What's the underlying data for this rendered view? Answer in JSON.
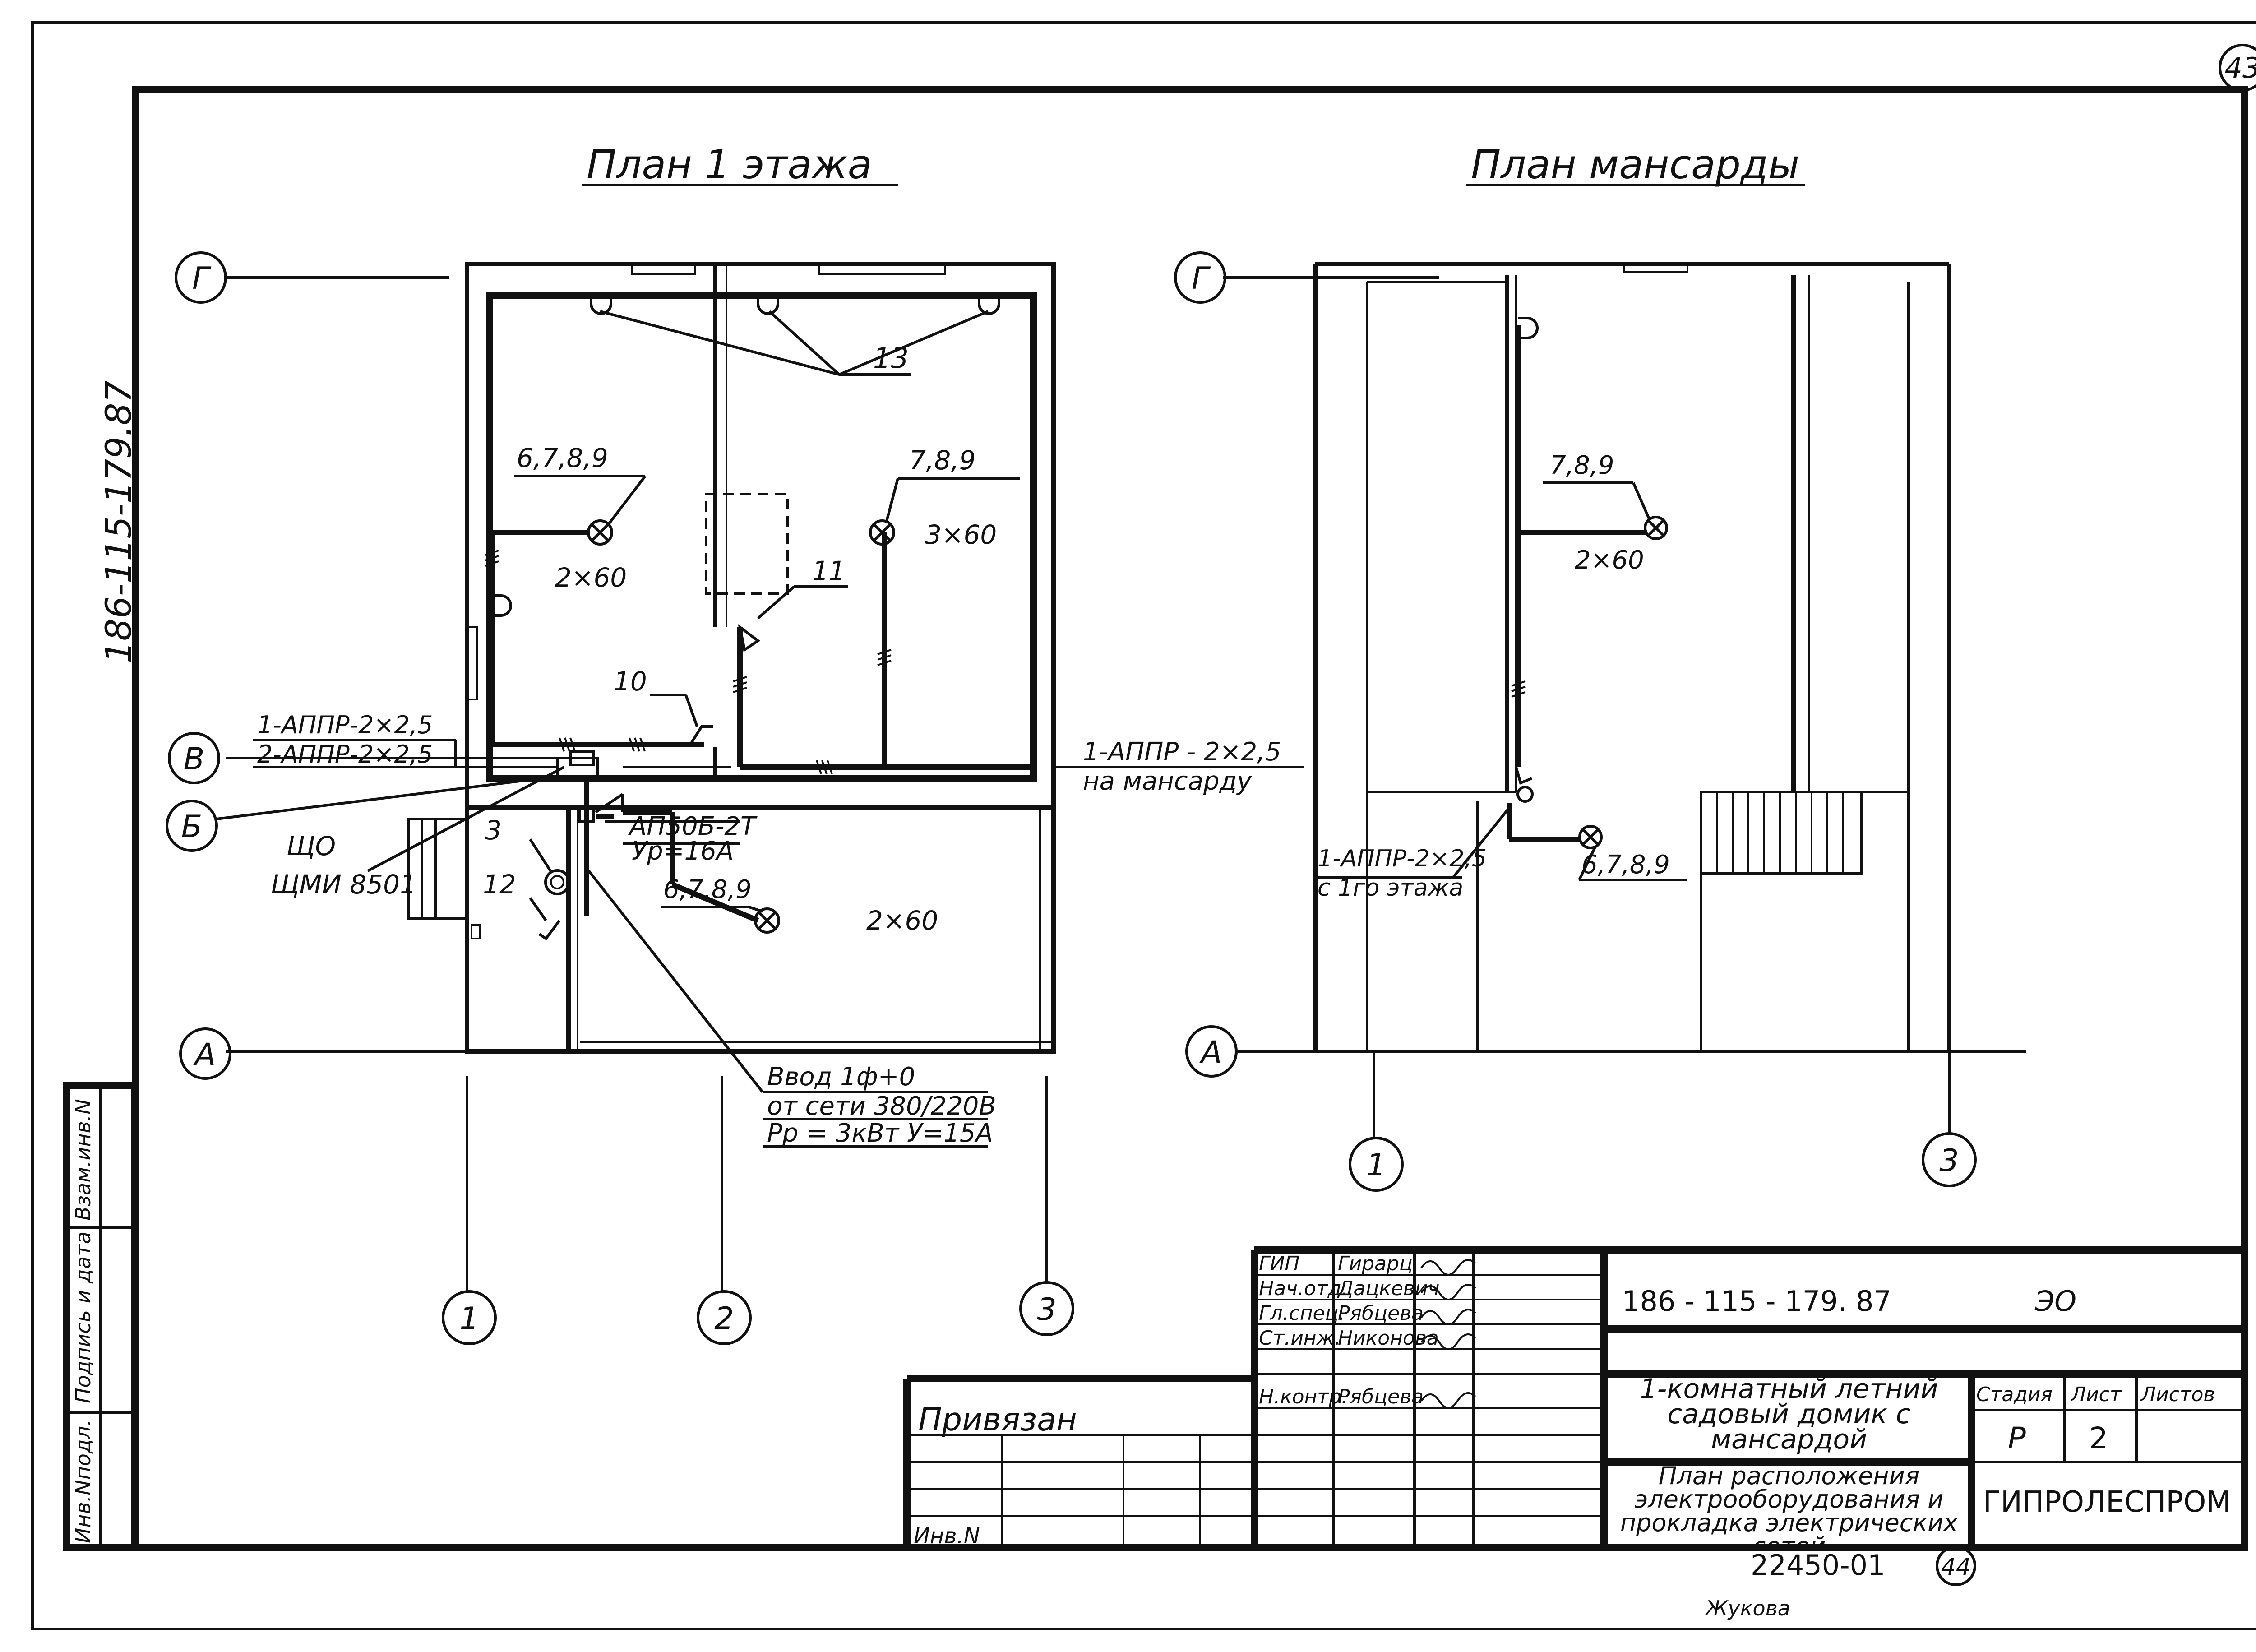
{
  "sheet_corner_number": "43",
  "side_code": "186-115-179.87",
  "plan_first_floor": {
    "title": "План  1 этажа",
    "axis_rows": [
      "Г",
      "В",
      "Б",
      "А"
    ],
    "axis_cols": [
      "1",
      "2",
      "3"
    ],
    "labels": {
      "lamps_top": "13",
      "room_left_ref": "6,7,8,9",
      "room_left_power": "2×60",
      "room_right_ref": "7,8,9",
      "room_right_power": "3×60",
      "item_11": "11",
      "item_10": "10",
      "cable_1": "1-АППР-2×2,5",
      "cable_2": "2-АППР-2×2,5",
      "riser_cable": "1-АППР - 2×2,5",
      "riser_note": "на мансарду",
      "panel_label": "ЩО",
      "panel_type": "ЩМИ 8501",
      "breaker_type": "АП50Б-2Т",
      "breaker_current": "Ур=16А",
      "bottom_ref": "6,7,8,9",
      "bottom_power": "2×60",
      "item_3": "3",
      "item_12": "12",
      "input_line1": "Ввод  1ф+0",
      "input_line2": "от сети 380/220В",
      "input_line3": "Рр = 3кВт  У=15А"
    }
  },
  "plan_attic": {
    "title": "План мансарды",
    "axis_rows": [
      "Г",
      "А"
    ],
    "axis_cols": [
      "1",
      "3"
    ],
    "labels": {
      "ref_top": "7,8,9",
      "power_top": "2×60",
      "cable_from": "1-АППР-2×2,5",
      "cable_from_note": "с 1го этажа",
      "ref_bottom": "6,7,8,9"
    }
  },
  "title_block": {
    "roles": [
      "ГИП",
      "Нач.отд.",
      "Гл.спец.",
      "Ст.инж.",
      "",
      "Н.контр."
    ],
    "names": [
      "Гирарц",
      "Дацкевич",
      "Рябцева",
      "Никонова",
      "",
      "Рябцева"
    ],
    "doc_code": "186 - 115 - 179. 87",
    "doc_mark": "ЭО",
    "project_name": "1-комнатный летний садовый домик с мансардой",
    "sheet_name": "План расположения электрооборудования и прокладка электрических сетей",
    "stage_header": "Стадия",
    "sheet_header": "Лист",
    "sheets_header": "Листов",
    "stage": "Р",
    "sheet": "2",
    "sheets": "",
    "organization": "ГИПРОЛЕСПРОМ",
    "bound_label": "Привязан",
    "inv_label": "Инв.N",
    "archive_number": "22450-01",
    "archive_page": "44",
    "copied_by": "Жукова"
  },
  "left_strip": [
    "Инв.Nподл.",
    "Подпись и дата",
    "Взам.инв.N"
  ]
}
